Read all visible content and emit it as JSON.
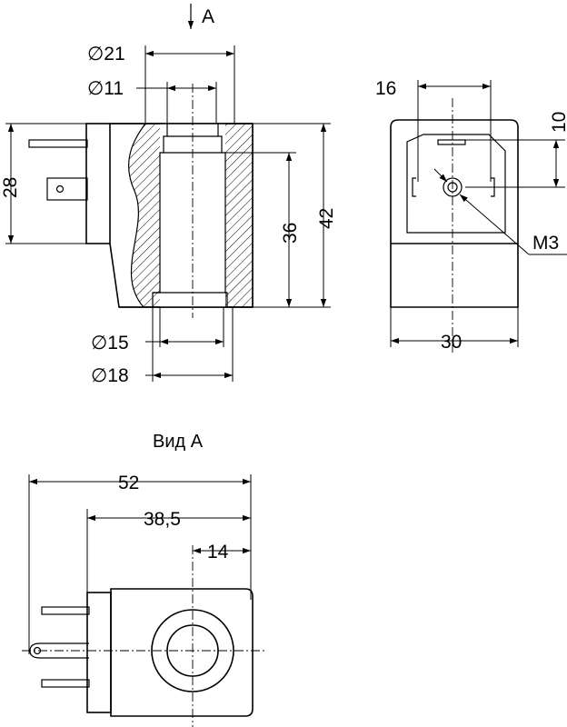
{
  "section_marker": "A",
  "view_title": "Вид А",
  "front_view": {
    "dims": {
      "bore_outer": "∅21",
      "bore_inner": "∅11",
      "bottom_inner": "∅15",
      "bottom_outer": "∅18",
      "connector_height": "28",
      "bore_length": "36",
      "body_height": "42"
    }
  },
  "side_view": {
    "dims": {
      "socket_width": "16",
      "socket_offset": "10",
      "thread": "М3",
      "body_width": "30"
    }
  },
  "bottom_view": {
    "dims": {
      "overall_length": "52",
      "body_length": "38,5",
      "axis_offset": "14"
    }
  }
}
